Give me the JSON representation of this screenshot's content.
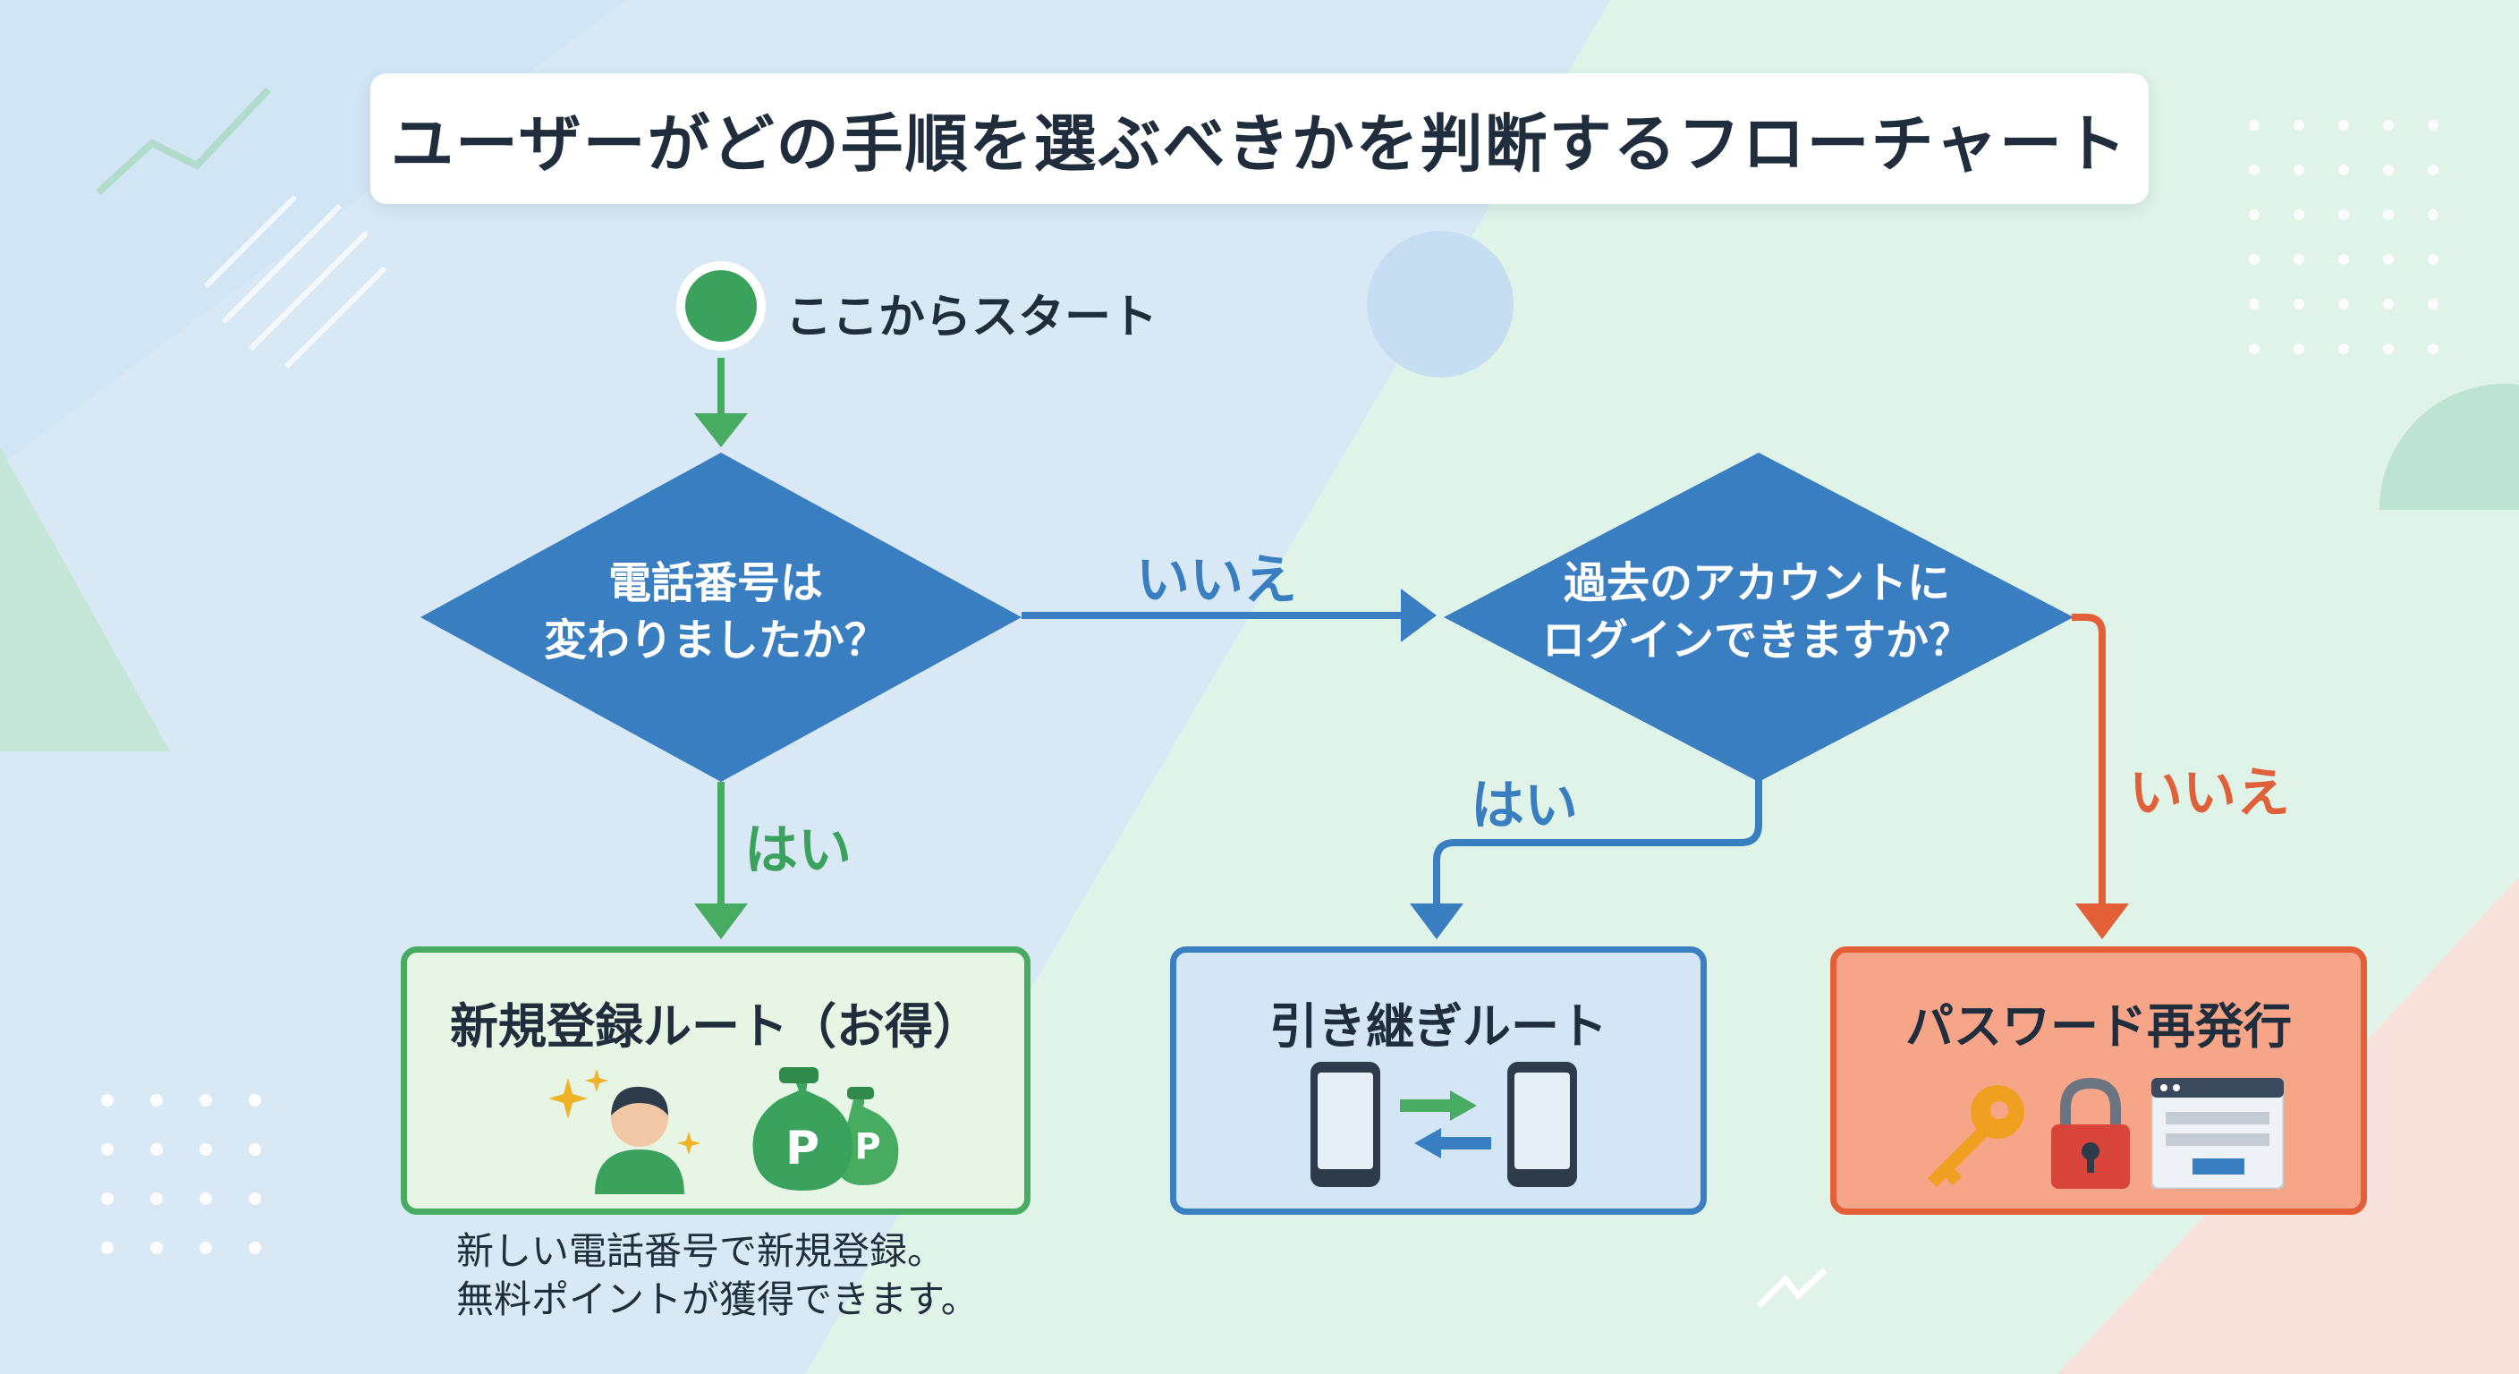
{
  "title": "ユーザーがどの手順を選ぶべきかを判断するフローチャート",
  "start": {
    "label": "ここからスタート"
  },
  "decisions": [
    {
      "line1": "電話番号は",
      "line2": "変わりましたか？"
    },
    {
      "line1": "過去のアカウントに",
      "line2": "ログインできますか？"
    }
  ],
  "branches": {
    "no1": "いいえ",
    "yes1": "はい",
    "yes2": "はい",
    "no2": "いいえ"
  },
  "outcomes": [
    {
      "title": "新規登録ルート（お得）",
      "note_line1": "新しい電話番号で新規登録。",
      "note_line2": "無料ポイントが獲得できます。",
      "icon_letter": "P"
    },
    {
      "title": "引き継ぎルート"
    },
    {
      "title": "パスワード再発行"
    }
  ],
  "colors": {
    "green": "#47ab62",
    "blue": "#3b7fc3",
    "orange": "#e25f37",
    "text": "#1f2d3d"
  }
}
